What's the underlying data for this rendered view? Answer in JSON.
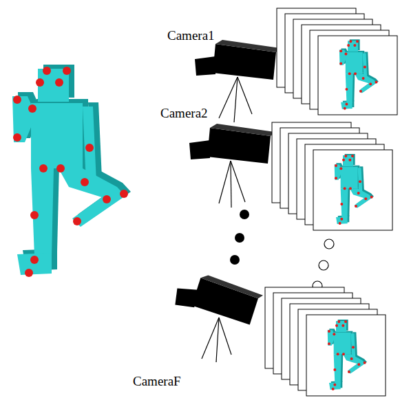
{
  "diagram": {
    "labels": [
      "Camera1",
      "Camera2",
      "CameraF"
    ]
  }
}
